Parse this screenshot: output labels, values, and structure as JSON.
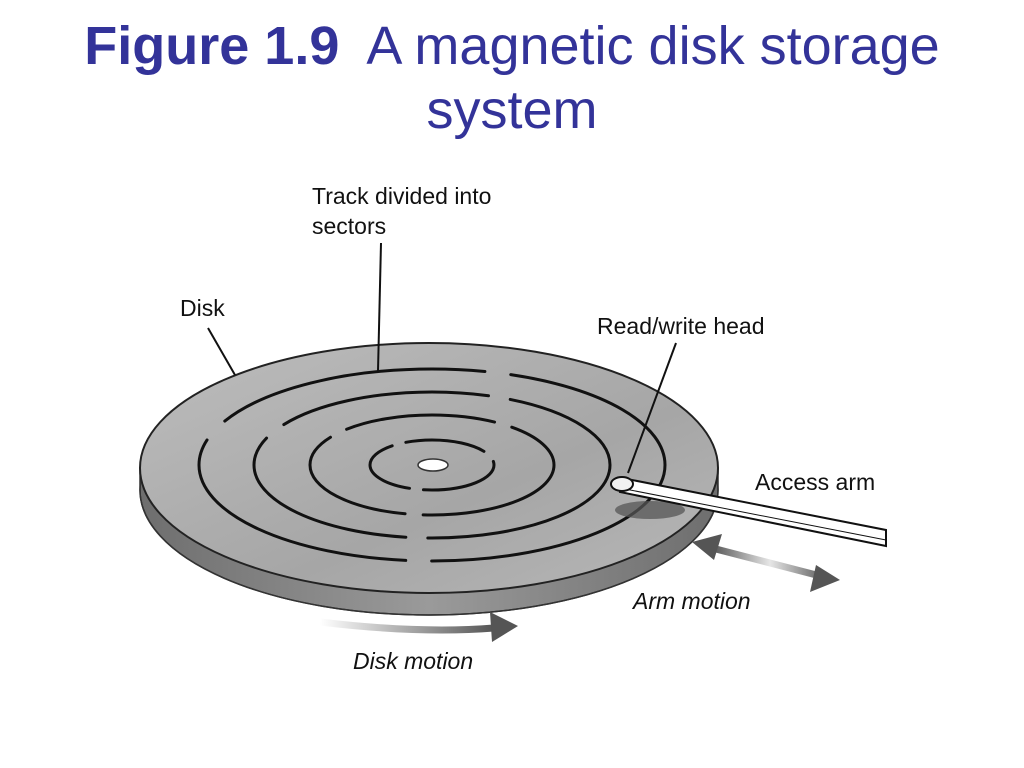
{
  "title": {
    "figure_number": "Figure 1.9",
    "text": "A magnetic disk storage system"
  },
  "labels": {
    "track": "Track divided into sectors",
    "disk": "Disk",
    "read_write_head": "Read/write head",
    "access_arm": "Access arm",
    "arm_motion": "Arm motion",
    "disk_motion": "Disk motion"
  },
  "colors": {
    "title": "#333399",
    "disk_surface": "#a8a8a8",
    "disk_edge": "#7a7a7a",
    "arrow": "#555555"
  }
}
